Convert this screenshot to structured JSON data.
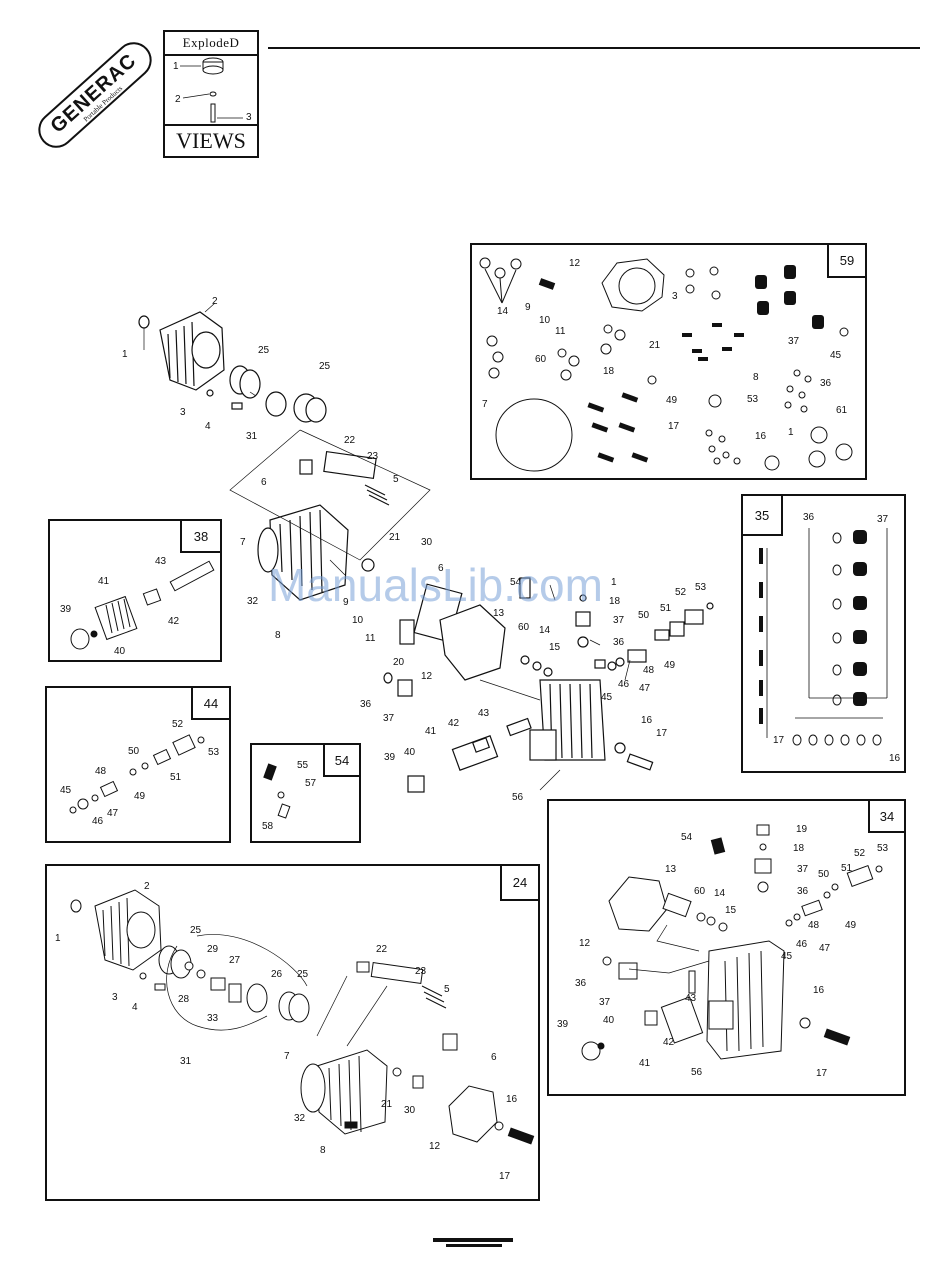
{
  "brand": {
    "logo_text": "GENERAC",
    "logo_subtext": "Portable Products",
    "badge_top": "ExplodeD",
    "badge_bottom": "VIEWS",
    "badge_labels": [
      "1",
      "2",
      "3"
    ]
  },
  "watermark": "ManualsLib.com",
  "main_labels": [
    "1",
    "2",
    "25",
    "25",
    "3",
    "4",
    "31",
    "22",
    "23",
    "6",
    "5",
    "7",
    "21",
    "30",
    "32",
    "9",
    "10",
    "11",
    "6",
    "8",
    "20",
    "12",
    "13",
    "54",
    "1",
    "18",
    "53",
    "52",
    "37",
    "60",
    "14",
    "15",
    "36",
    "50",
    "51",
    "36",
    "37",
    "45",
    "46",
    "47",
    "48",
    "49",
    "42",
    "43",
    "41",
    "40",
    "39",
    "16",
    "17",
    "56"
  ],
  "box59": {
    "tag": "59",
    "labels": [
      "14",
      "12",
      "9",
      "10",
      "11",
      "3",
      "37",
      "45",
      "21",
      "60",
      "18",
      "8",
      "36",
      "7",
      "49",
      "53",
      "17",
      "16",
      "1",
      "61"
    ]
  },
  "box38": {
    "tag": "38",
    "labels": [
      "43",
      "41",
      "42",
      "39",
      "40"
    ]
  },
  "box35": {
    "tag": "35",
    "labels": [
      "36",
      "37",
      "17",
      "16"
    ]
  },
  "box44": {
    "tag": "44",
    "labels": [
      "52",
      "53",
      "50",
      "51",
      "48",
      "49",
      "45",
      "46",
      "47"
    ]
  },
  "box54": {
    "tag": "54",
    "labels": [
      "55",
      "57",
      "58"
    ]
  },
  "box34": {
    "tag": "34",
    "labels": [
      "54",
      "19",
      "18",
      "37",
      "36",
      "13",
      "60",
      "14",
      "15",
      "52",
      "53",
      "50",
      "51",
      "49",
      "48",
      "46",
      "47",
      "45",
      "12",
      "36",
      "37",
      "43",
      "16",
      "39",
      "40",
      "42",
      "41",
      "56",
      "17"
    ]
  },
  "box24": {
    "tag": "24",
    "labels": [
      "1",
      "2",
      "25",
      "29",
      "27",
      "3",
      "4",
      "28",
      "26",
      "25",
      "33",
      "22",
      "23",
      "5",
      "6",
      "31",
      "7",
      "21",
      "30",
      "32",
      "16",
      "12",
      "8",
      "17"
    ]
  }
}
